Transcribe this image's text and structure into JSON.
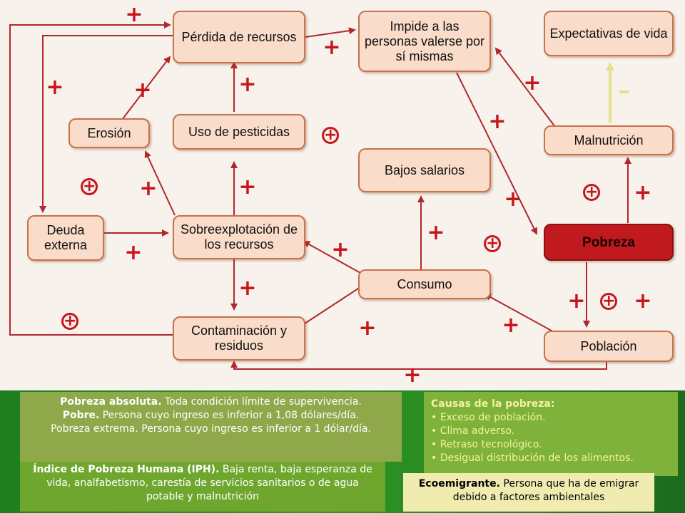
{
  "colors": {
    "arrow": "#b2282d",
    "sign": "#c8151b",
    "node_fill": "#f9dcc9",
    "node_border": "#c9714a",
    "highlight_fill": "#c0191e",
    "negative_arrow": "#e6e08a"
  },
  "nodes": {
    "perdida": "Pérdida de recursos",
    "impide": "Impide a las personas valerse por sí mismas",
    "expectativas": "Expectativas de vida",
    "erosion": "Erosión",
    "pesticidas": "Uso de pesticidas",
    "malnutricion": "Malnutrición",
    "salarios": "Bajos salarios",
    "deuda": "Deuda externa",
    "sobreexplotacion": "Sobreexplotación de los recursos",
    "pobreza": "Pobreza",
    "consumo": "Consumo",
    "contaminacion": "Contaminación y residuos",
    "poblacion": "Población"
  },
  "signs": {
    "plus": "+",
    "circled_plus": "+",
    "minus": "–"
  },
  "definitions": {
    "absoluta_term": "Pobreza absoluta.",
    "absoluta_text": " Toda condición límite de supervivencia.",
    "pobre_term": "Pobre.",
    "pobre_text": " Persona cuyo ingreso es inferior a 1,08 dólares/día.",
    "extrema_text": "Pobreza extrema. Persona cuyo ingreso es inferior a 1 dólar/día."
  },
  "iph": {
    "term": "Índice de Pobreza Humana (IPH).",
    "text": " Baja renta, baja esperanza de vida, analfabetismo, carestía de servicios sanitarios o de agua potable y malnutrición"
  },
  "causes": {
    "title": "Causas de la pobreza:",
    "items": [
      "Exceso de población.",
      "Clima adverso.",
      "Retraso tecnológico.",
      "Desigual distribución de los alimentos."
    ]
  },
  "ecoemigrante": {
    "term": "Ecoemigrante.",
    "text": " Persona que ha de emigrar debido a factores ambientales"
  }
}
